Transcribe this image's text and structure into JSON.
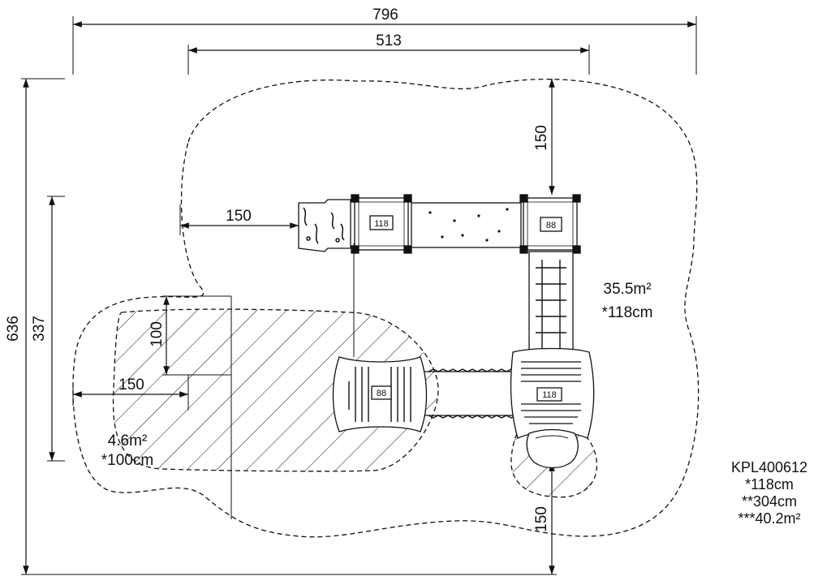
{
  "dimensions": {
    "overall_width": "796",
    "frame_width": "513",
    "overall_depth": "636",
    "frame_depth": "337",
    "clearance_top": "150",
    "clearance_left_upper": "150",
    "clearance_left_lower": "150",
    "clearance_bottom": "150",
    "clearance_small": "100"
  },
  "zones": {
    "main": {
      "area": "35.5m²",
      "fall_height": "*118cm"
    },
    "small": {
      "area": "4.6m²",
      "fall_height": "*100cm"
    }
  },
  "platforms": {
    "left_top": "118",
    "right_top": "88",
    "lower_mid": "88",
    "lower_right": "118"
  },
  "product": {
    "code": "KPL400612",
    "max_fall_height": "*118cm",
    "free_fall_height": "**304cm",
    "total_area": "***40.2m²"
  },
  "colors": {
    "line": "#111111",
    "background": "#ffffff"
  }
}
